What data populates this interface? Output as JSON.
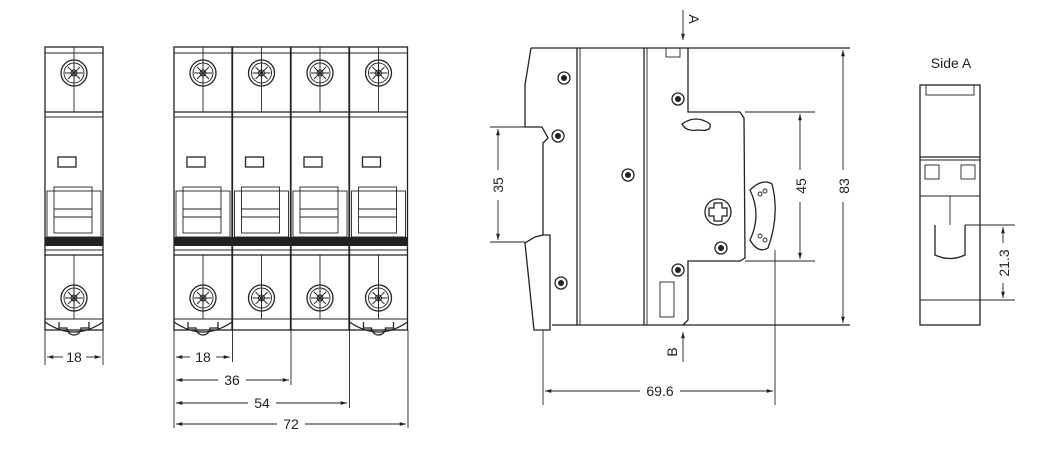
{
  "front_view_single_pole": {
    "width_label": "18"
  },
  "front_view_four_pole": {
    "width_labels": [
      "18",
      "36",
      "54",
      "72"
    ]
  },
  "side_view": {
    "rail_label": "35",
    "height_45_label": "45",
    "height_label": "83",
    "depth_label": "69.6",
    "view_arrow_a": "A",
    "view_arrow_b": "B"
  },
  "side_a_view": {
    "title": "Side A",
    "dimension_label": "21.3"
  },
  "colors": {
    "line": "#222222",
    "background": "#ffffff"
  }
}
